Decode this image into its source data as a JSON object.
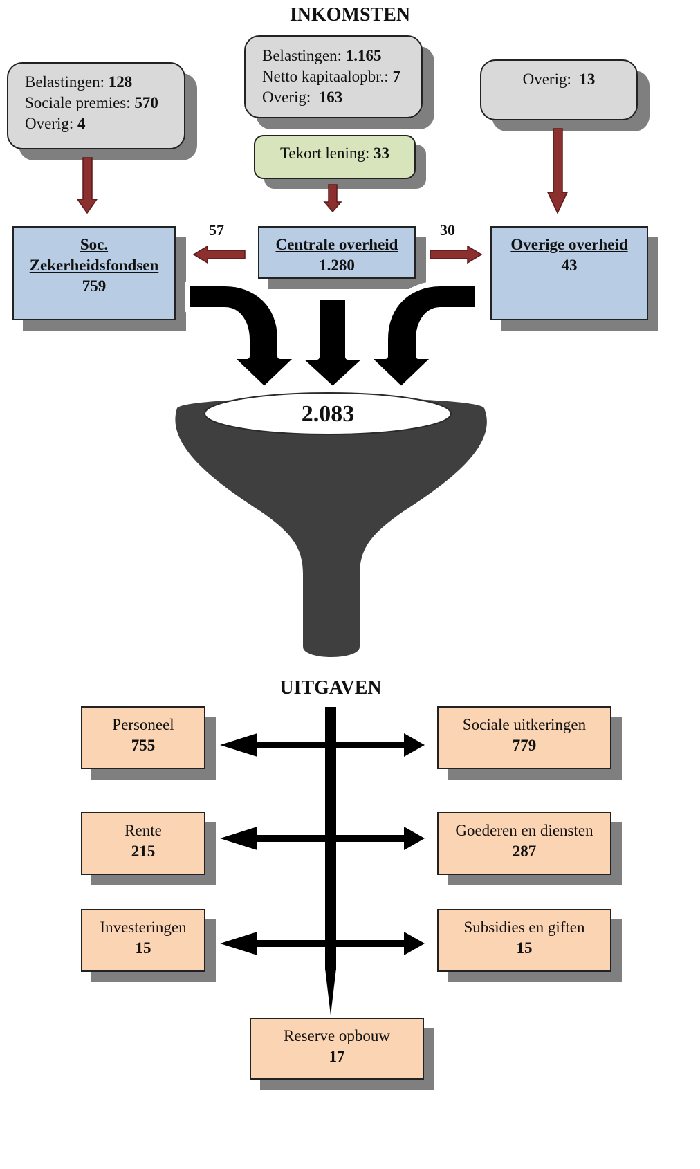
{
  "headings": {
    "income": "INKOMSTEN",
    "expenditure": "UITGAVEN"
  },
  "income_sources": {
    "left": [
      {
        "label": "Belastingen:",
        "value": "128"
      },
      {
        "label": "Sociale premies:",
        "value": "570"
      },
      {
        "label": "Overig:",
        "value": "4"
      }
    ],
    "center": [
      {
        "label": "Belastingen:",
        "value": "1.165"
      },
      {
        "label": "Netto kapitaalopbr.:",
        "value": "7"
      },
      {
        "label": "Overig:",
        "value": "163"
      }
    ],
    "right": [
      {
        "label": "Overig:",
        "value": "13"
      }
    ],
    "loan": {
      "label": "Tekort lening:",
      "value": "33"
    }
  },
  "government": {
    "social": {
      "title": "Soc. Zekerheidsfondsen",
      "value": "759"
    },
    "central": {
      "title": "Centrale overheid",
      "value": "1.280"
    },
    "other": {
      "title": "Overige overheid",
      "value": "43"
    }
  },
  "transfers": {
    "to_social": "57",
    "to_other": "30"
  },
  "total": "2.083",
  "expenditures": {
    "personnel": {
      "label": "Personeel",
      "value": "755"
    },
    "social_benefits": {
      "label": "Sociale uitkeringen",
      "value": "779"
    },
    "interest": {
      "label": "Rente",
      "value": "215"
    },
    "goods_services": {
      "label": "Goederen en diensten",
      "value": "287"
    },
    "investments": {
      "label": "Investeringen",
      "value": "15"
    },
    "subsidies": {
      "label": "Subsidies en giften",
      "value": "15"
    },
    "reserve": {
      "label": "Reserve opbouw",
      "value": "17"
    }
  },
  "colors": {
    "income_box": "#d9d9d9",
    "loan_box": "#d7e4bc",
    "government_box": "#b8cce4",
    "expenditure_box": "#fbd4b4",
    "down_arrow": "#8b2f2f",
    "funnel": "#3f3f3f",
    "flow_arrow": "#000000"
  }
}
